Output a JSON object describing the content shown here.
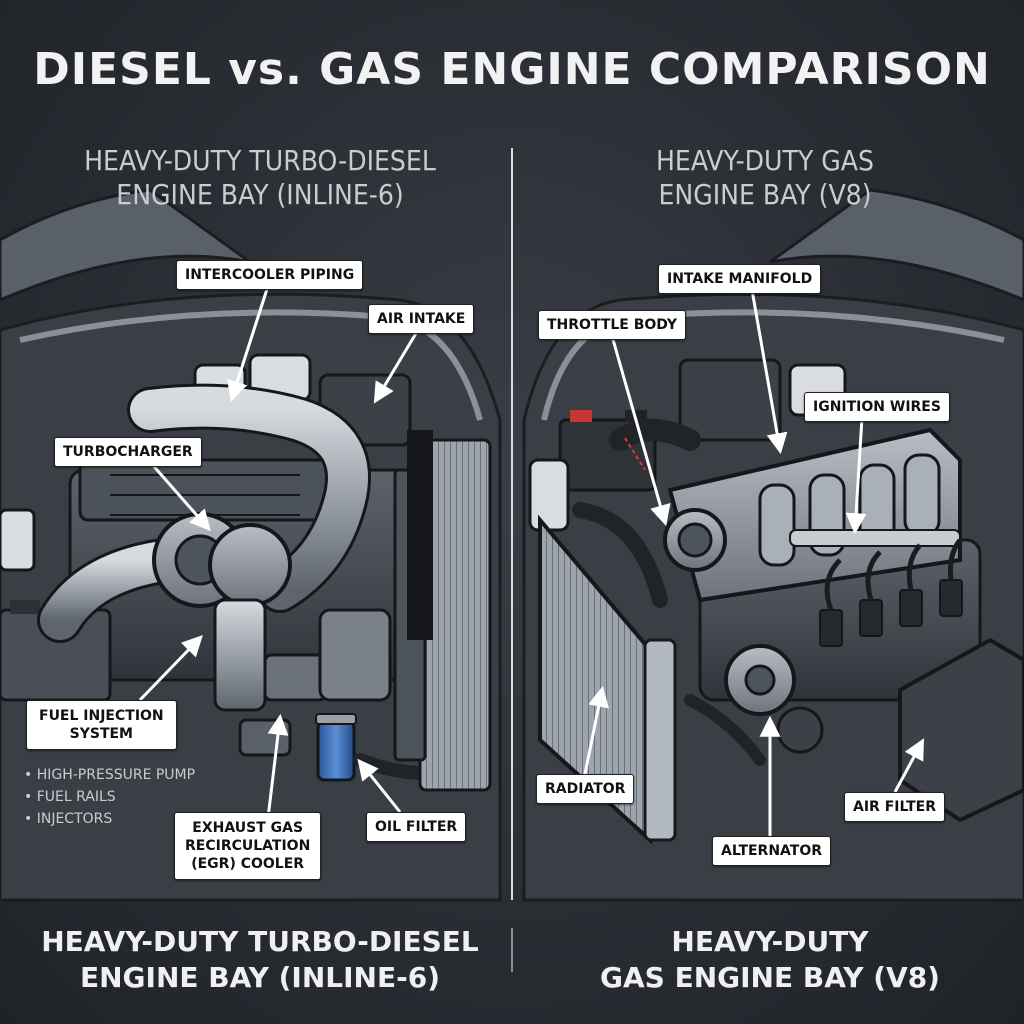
{
  "title": "DIESEL vs. GAS ENGINE COMPARISON",
  "diesel": {
    "heading_line1": "HEAVY-DUTY TURBO-DIESEL",
    "heading_line2": "ENGINE BAY (INLINE-6)",
    "footer_line1": "HEAVY-DUTY TURBO-DIESEL",
    "footer_line2": "ENGINE BAY (INLINE-6)",
    "labels": {
      "intercooler_piping": "INTERCOOLER PIPING",
      "air_intake": "AIR INTAKE",
      "turbocharger": "TURBOCHARGER",
      "fuel_injection_line1": "FUEL INJECTION",
      "fuel_injection_line2": "SYSTEM",
      "egr_line1": "EXHAUST GAS",
      "egr_line2": "RECIRCULATION",
      "egr_line3": "(EGR) COOLER",
      "oil_filter": "OIL FILTER"
    },
    "fuel_components": [
      "HIGH-PRESSURE PUMP",
      "FUEL RAILS",
      "INJECTORS"
    ]
  },
  "gas": {
    "heading_line1": "HEAVY-DUTY GAS",
    "heading_line2": "ENGINE BAY (V8)",
    "footer_line1": "HEAVY-DUTY",
    "footer_line2": "GAS ENGINE BAY (V8)",
    "labels": {
      "intake_manifold": "INTAKE MANIFOLD",
      "throttle_body": "THROTTLE BODY",
      "ignition_wires": "IGNITION WIRES",
      "radiator": "RADIATOR",
      "air_filter": "AIR FILTER",
      "alternator": "ALTERNATOR"
    }
  },
  "colors": {
    "background": "#2a2e34",
    "label_bg": "#ffffff",
    "oil_filter_blue": "#3b6fb5"
  }
}
